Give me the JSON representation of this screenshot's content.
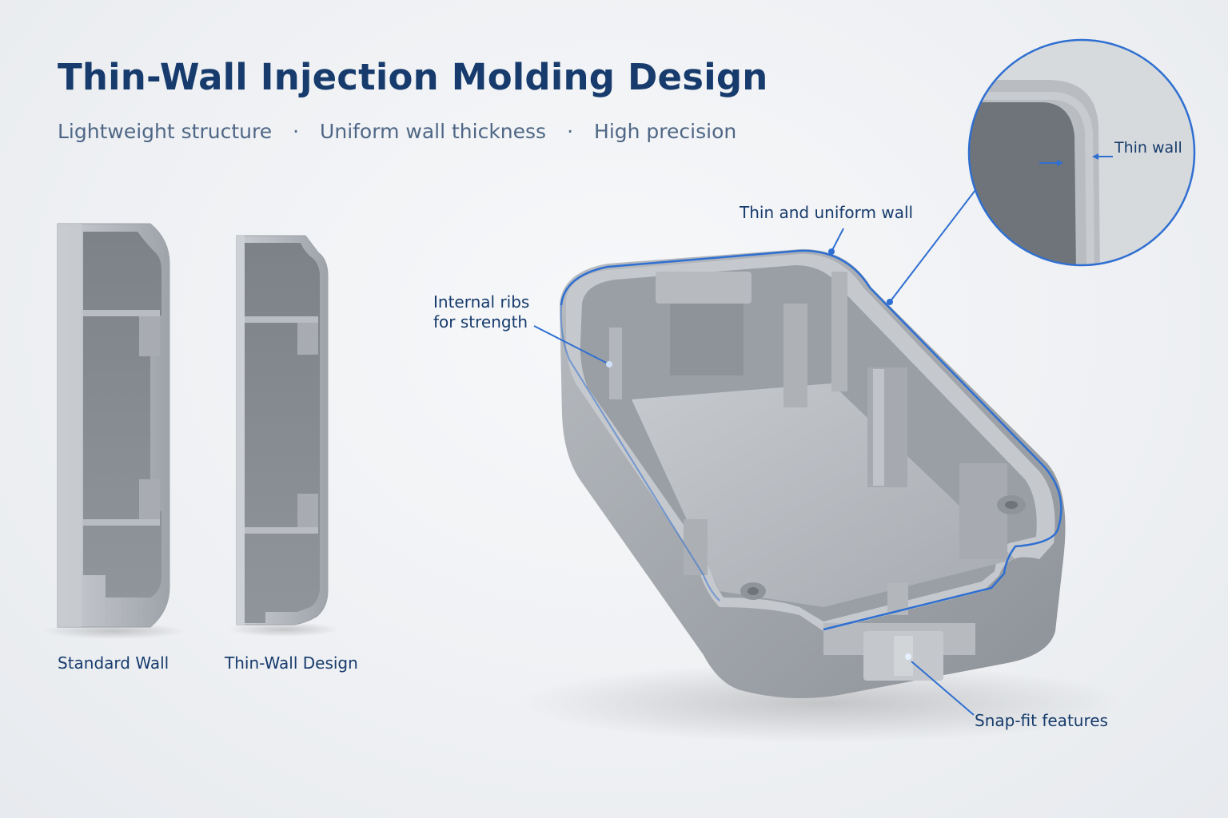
{
  "title": "Thin-Wall Injection Molding Design",
  "subtitle": {
    "items": [
      "Lightweight structure",
      "Uniform wall thickness",
      "High precision"
    ],
    "separator": "·"
  },
  "comparison": {
    "standard_label": "Standard Wall",
    "thin_label": "Thin-Wall Design"
  },
  "callouts": {
    "thin_uniform_wall": "Thin and uniform wall",
    "internal_ribs_line1": "Internal ribs",
    "internal_ribs_line2": "for strength",
    "snap_fit": "Snap-fit features",
    "thin_wall": "Thin wall"
  },
  "colors": {
    "title": "#163b6c",
    "subtitle": "#4f6786",
    "accent": "#2f6fd1",
    "plastic": "#a9adb3"
  }
}
